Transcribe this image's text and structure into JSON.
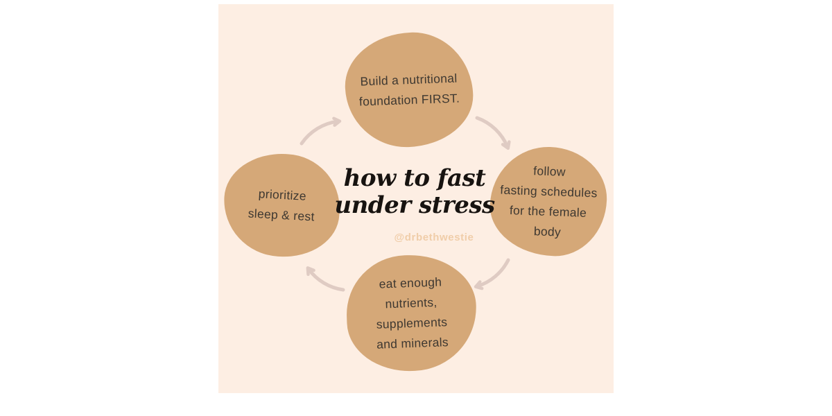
{
  "title": {
    "line1": "how to fast",
    "line2": "under stress"
  },
  "credit": {
    "handle": "@drbethwestie"
  },
  "cycle": {
    "top": {
      "lines": [
        "Build a nutritional",
        "foundation FIRST."
      ]
    },
    "right": {
      "lines": [
        "follow",
        "fasting schedules",
        "for the female",
        "body"
      ]
    },
    "bottom": {
      "lines": [
        "eat enough",
        "nutrients,",
        "supplements",
        "and minerals"
      ]
    },
    "left": {
      "lines": [
        "prioritize",
        "sleep & rest"
      ]
    }
  },
  "icons": [
    "cycle-arrow-left-to-top-icon",
    "cycle-arrow-top-to-right-icon",
    "cycle-arrow-right-to-bottom-icon",
    "cycle-arrow-bottom-to-left-icon"
  ],
  "colors": {
    "page_bg": "#ffffff",
    "canvas_bg": "#fdeee3",
    "blob": "#d5a878",
    "blob_text": "#3e3831",
    "title_text": "#171310",
    "handle_text": "#f0cda9",
    "arrow": "#dfcbc3"
  }
}
